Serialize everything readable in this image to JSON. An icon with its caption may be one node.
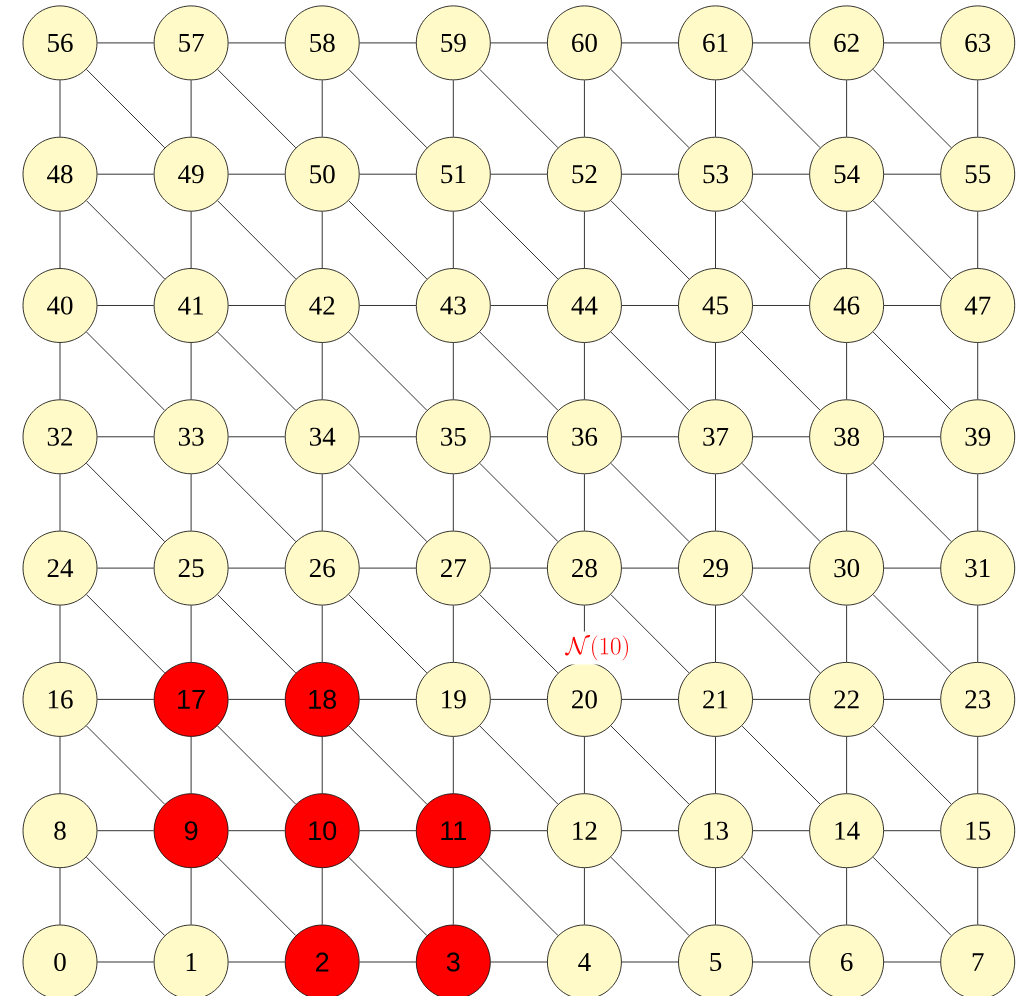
{
  "diagram": {
    "nodes": [
      {
        "text": [
          "0"
        ]
      },
      {
        "text": [
          "1"
        ]
      },
      {
        "text": [
          "2"
        ]
      },
      {
        "text": [
          "3"
        ]
      },
      {
        "text": [
          "4"
        ]
      },
      {
        "text": [
          "5"
        ]
      },
      {
        "text": [
          "6"
        ]
      },
      {
        "text": [
          "7"
        ]
      },
      {
        "text": [
          "8"
        ]
      },
      {
        "text": [
          "9"
        ]
      },
      {
        "text": [
          "10"
        ]
      },
      {
        "text": [
          "11"
        ]
      },
      {
        "text": [
          "12"
        ]
      },
      {
        "text": [
          "13"
        ]
      },
      {
        "text": [
          "14"
        ]
      },
      {
        "text": [
          "15"
        ]
      },
      {
        "text": [
          "16"
        ]
      },
      {
        "text": [
          "17"
        ]
      },
      {
        "text": [
          "18"
        ]
      },
      {
        "text": [
          "19"
        ]
      },
      {
        "text": [
          "20"
        ]
      },
      {
        "text": [
          "21"
        ]
      },
      {
        "text": [
          "22"
        ]
      },
      {
        "text": [
          "23"
        ]
      },
      {
        "text": [
          "24"
        ]
      },
      {
        "text": [
          "25"
        ]
      },
      {
        "text": [
          "26"
        ]
      },
      {
        "text": [
          "27"
        ]
      },
      {
        "text": [
          "28"
        ]
      },
      {
        "text": [
          "29"
        ]
      },
      {
        "text": [
          "30"
        ]
      },
      {
        "text": [
          "31"
        ]
      },
      {
        "text": [
          "32"
        ]
      },
      {
        "text": [
          "33"
        ]
      },
      {
        "text": [
          "34"
        ]
      },
      {
        "text": [
          "35"
        ]
      },
      {
        "text": [
          "36"
        ]
      },
      {
        "text": [
          "37"
        ]
      },
      {
        "text": [
          "38"
        ]
      },
      {
        "text": [
          "39"
        ]
      },
      {
        "text": [
          "40"
        ]
      },
      {
        "text": [
          "41"
        ]
      },
      {
        "text": [
          "42"
        ]
      },
      {
        "text": [
          "43"
        ]
      },
      {
        "text": [
          "44"
        ]
      },
      {
        "text": [
          "45"
        ]
      },
      {
        "text": [
          "46"
        ]
      },
      {
        "text": [
          "47"
        ]
      },
      {
        "text": [
          "48"
        ]
      },
      {
        "text": [
          "49"
        ]
      },
      {
        "text": [
          "50"
        ]
      },
      {
        "text": [
          "51"
        ]
      },
      {
        "text": [
          "52"
        ]
      },
      {
        "text": [
          "53"
        ]
      },
      {
        "text": [
          "54"
        ]
      },
      {
        "text": [
          "55"
        ]
      },
      {
        "text": [
          "56"
        ]
      },
      {
        "text": [
          "57"
        ]
      },
      {
        "text": [
          "58"
        ]
      },
      {
        "text": [
          "59"
        ]
      },
      {
        "text": [
          "60"
        ]
      },
      {
        "text": [
          "61"
        ]
      },
      {
        "text": [
          "62"
        ]
      },
      {
        "text": [
          "63"
        ]
      }
    ],
    "edges": [
      {
        "from": 0,
        "to": 1,
        "arrow": "none"
      },
      {
        "from": 1,
        "to": 2,
        "arrow": "none"
      },
      {
        "from": 2,
        "to": 3,
        "arrow": "none"
      },
      {
        "from": 3,
        "to": 4,
        "arrow": "none"
      },
      {
        "from": 4,
        "to": 5,
        "arrow": "none"
      },
      {
        "from": 5,
        "to": 6,
        "arrow": "none"
      },
      {
        "from": 6,
        "to": 7,
        "arrow": "none"
      },
      {
        "from": 0,
        "to": 8,
        "arrow": "none"
      },
      {
        "from": 1,
        "to": 9,
        "arrow": "none"
      },
      {
        "from": 2,
        "to": 10,
        "arrow": "none"
      },
      {
        "from": 3,
        "to": 11,
        "arrow": "none"
      },
      {
        "from": 4,
        "to": 12,
        "arrow": "none"
      },
      {
        "from": 5,
        "to": 13,
        "arrow": "none"
      },
      {
        "from": 6,
        "to": 14,
        "arrow": "none"
      },
      {
        "from": 7,
        "to": 15,
        "arrow": "none"
      },
      {
        "from": 8,
        "to": 1,
        "arrow": "none"
      },
      {
        "from": 9,
        "to": 2,
        "arrow": "none"
      },
      {
        "from": 10,
        "to": 3,
        "arrow": "none"
      },
      {
        "from": 11,
        "to": 4,
        "arrow": "none"
      },
      {
        "from": 12,
        "to": 5,
        "arrow": "none"
      },
      {
        "from": 13,
        "to": 6,
        "arrow": "none"
      },
      {
        "from": 14,
        "to": 7,
        "arrow": "none"
      },
      {
        "from": 8,
        "to": 9,
        "arrow": "none"
      },
      {
        "from": 9,
        "to": 10,
        "arrow": "none"
      },
      {
        "from": 10,
        "to": 11,
        "arrow": "none"
      },
      {
        "from": 11,
        "to": 12,
        "arrow": "none"
      },
      {
        "from": 12,
        "to": 13,
        "arrow": "none"
      },
      {
        "from": 13,
        "to": 14,
        "arrow": "none"
      },
      {
        "from": 14,
        "to": 15,
        "arrow": "none"
      },
      {
        "from": 8,
        "to": 16,
        "arrow": "none"
      },
      {
        "from": 9,
        "to": 17,
        "arrow": "none"
      },
      {
        "from": 10,
        "to": 18,
        "arrow": "none"
      },
      {
        "from": 11,
        "to": 19,
        "arrow": "none"
      },
      {
        "from": 12,
        "to": 20,
        "arrow": "none"
      },
      {
        "from": 13,
        "to": 21,
        "arrow": "none"
      },
      {
        "from": 14,
        "to": 22,
        "arrow": "none"
      },
      {
        "from": 15,
        "to": 23,
        "arrow": "none"
      },
      {
        "from": 16,
        "to": 9,
        "arrow": "none"
      },
      {
        "from": 17,
        "to": 10,
        "arrow": "none"
      },
      {
        "from": 18,
        "to": 11,
        "arrow": "none"
      },
      {
        "from": 19,
        "to": 12,
        "arrow": "none"
      },
      {
        "from": 20,
        "to": 13,
        "arrow": "none"
      },
      {
        "from": 21,
        "to": 14,
        "arrow": "none"
      },
      {
        "from": 22,
        "to": 15,
        "arrow": "none"
      },
      {
        "from": 16,
        "to": 17,
        "arrow": "none"
      },
      {
        "from": 17,
        "to": 18,
        "arrow": "none"
      },
      {
        "from": 18,
        "to": 19,
        "arrow": "none"
      },
      {
        "from": 19,
        "to": 20,
        "arrow": "none"
      },
      {
        "from": 20,
        "to": 21,
        "arrow": "none"
      },
      {
        "from": 21,
        "to": 22,
        "arrow": "none"
      },
      {
        "from": 22,
        "to": 23,
        "arrow": "none"
      },
      {
        "from": 16,
        "to": 24,
        "arrow": "none"
      },
      {
        "from": 17,
        "to": 25,
        "arrow": "none"
      },
      {
        "from": 18,
        "to": 26,
        "arrow": "none"
      },
      {
        "from": 19,
        "to": 27,
        "arrow": "none"
      },
      {
        "from": 20,
        "to": 28,
        "arrow": "none"
      },
      {
        "from": 21,
        "to": 29,
        "arrow": "none"
      },
      {
        "from": 22,
        "to": 30,
        "arrow": "none"
      },
      {
        "from": 23,
        "to": 31,
        "arrow": "none"
      },
      {
        "from": 24,
        "to": 17,
        "arrow": "none"
      },
      {
        "from": 25,
        "to": 18,
        "arrow": "none"
      },
      {
        "from": 26,
        "to": 19,
        "arrow": "none"
      },
      {
        "from": 27,
        "to": 20,
        "arrow": "none"
      },
      {
        "from": 28,
        "to": 21,
        "arrow": "none"
      },
      {
        "from": 29,
        "to": 22,
        "arrow": "none"
      },
      {
        "from": 30,
        "to": 23,
        "arrow": "none"
      },
      {
        "from": 24,
        "to": 25,
        "arrow": "none"
      },
      {
        "from": 25,
        "to": 26,
        "arrow": "none"
      },
      {
        "from": 26,
        "to": 27,
        "arrow": "none"
      },
      {
        "from": 27,
        "to": 28,
        "arrow": "none"
      },
      {
        "from": 28,
        "to": 29,
        "arrow": "none"
      },
      {
        "from": 29,
        "to": 30,
        "arrow": "none"
      },
      {
        "from": 30,
        "to": 31,
        "arrow": "none"
      },
      {
        "from": 24,
        "to": 32,
        "arrow": "none"
      },
      {
        "from": 25,
        "to": 33,
        "arrow": "none"
      },
      {
        "from": 26,
        "to": 34,
        "arrow": "none"
      },
      {
        "from": 27,
        "to": 35,
        "arrow": "none"
      },
      {
        "from": 28,
        "to": 36,
        "arrow": "none"
      },
      {
        "from": 29,
        "to": 37,
        "arrow": "none"
      },
      {
        "from": 30,
        "to": 38,
        "arrow": "none"
      },
      {
        "from": 31,
        "to": 39,
        "arrow": "none"
      },
      {
        "from": 32,
        "to": 25,
        "arrow": "none"
      },
      {
        "from": 33,
        "to": 26,
        "arrow": "none"
      },
      {
        "from": 34,
        "to": 27,
        "arrow": "none"
      },
      {
        "from": 35,
        "to": 28,
        "arrow": "none"
      },
      {
        "from": 36,
        "to": 29,
        "arrow": "none"
      },
      {
        "from": 37,
        "to": 30,
        "arrow": "none"
      },
      {
        "from": 38,
        "to": 31,
        "arrow": "none"
      },
      {
        "from": 32,
        "to": 33,
        "arrow": "none"
      },
      {
        "from": 33,
        "to": 34,
        "arrow": "none"
      },
      {
        "from": 34,
        "to": 35,
        "arrow": "none"
      },
      {
        "from": 35,
        "to": 36,
        "arrow": "none"
      },
      {
        "from": 36,
        "to": 37,
        "arrow": "none"
      },
      {
        "from": 37,
        "to": 38,
        "arrow": "none"
      },
      {
        "from": 38,
        "to": 39,
        "arrow": "none"
      },
      {
        "from": 32,
        "to": 40,
        "arrow": "none"
      },
      {
        "from": 33,
        "to": 41,
        "arrow": "none"
      },
      {
        "from": 34,
        "to": 42,
        "arrow": "none"
      },
      {
        "from": 35,
        "to": 43,
        "arrow": "none"
      },
      {
        "from": 36,
        "to": 44,
        "arrow": "none"
      },
      {
        "from": 37,
        "to": 45,
        "arrow": "none"
      },
      {
        "from": 38,
        "to": 46,
        "arrow": "none"
      },
      {
        "from": 39,
        "to": 47,
        "arrow": "none"
      },
      {
        "from": 40,
        "to": 33,
        "arrow": "none"
      },
      {
        "from": 41,
        "to": 34,
        "arrow": "none"
      },
      {
        "from": 42,
        "to": 35,
        "arrow": "none"
      },
      {
        "from": 43,
        "to": 36,
        "arrow": "none"
      },
      {
        "from": 44,
        "to": 37,
        "arrow": "none"
      },
      {
        "from": 45,
        "to": 38,
        "arrow": "none"
      },
      {
        "from": 46,
        "to": 39,
        "arrow": "none"
      },
      {
        "from": 40,
        "to": 41,
        "arrow": "none"
      },
      {
        "from": 41,
        "to": 42,
        "arrow": "none"
      },
      {
        "from": 42,
        "to": 43,
        "arrow": "none"
      },
      {
        "from": 43,
        "to": 44,
        "arrow": "none"
      },
      {
        "from": 44,
        "to": 45,
        "arrow": "none"
      },
      {
        "from": 45,
        "to": 46,
        "arrow": "none"
      },
      {
        "from": 46,
        "to": 47,
        "arrow": "none"
      },
      {
        "from": 40,
        "to": 48,
        "arrow": "none"
      },
      {
        "from": 41,
        "to": 49,
        "arrow": "none"
      },
      {
        "from": 42,
        "to": 50,
        "arrow": "none"
      },
      {
        "from": 43,
        "to": 51,
        "arrow": "none"
      },
      {
        "from": 44,
        "to": 52,
        "arrow": "none"
      },
      {
        "from": 45,
        "to": 53,
        "arrow": "none"
      },
      {
        "from": 46,
        "to": 54,
        "arrow": "none"
      },
      {
        "from": 47,
        "to": 55,
        "arrow": "none"
      },
      {
        "from": 48,
        "to": 41,
        "arrow": "none"
      },
      {
        "from": 49,
        "to": 42,
        "arrow": "none"
      },
      {
        "from": 50,
        "to": 43,
        "arrow": "none"
      },
      {
        "from": 51,
        "to": 44,
        "arrow": "none"
      },
      {
        "from": 52,
        "to": 45,
        "arrow": "none"
      },
      {
        "from": 53,
        "to": 46,
        "arrow": "none"
      },
      {
        "from": 54,
        "to": 47,
        "arrow": "none"
      },
      {
        "from": 48,
        "to": 49,
        "arrow": "none"
      },
      {
        "from": 49,
        "to": 50,
        "arrow": "none"
      },
      {
        "from": 50,
        "to": 51,
        "arrow": "none"
      },
      {
        "from": 51,
        "to": 52,
        "arrow": "none"
      },
      {
        "from": 52,
        "to": 53,
        "arrow": "none"
      },
      {
        "from": 53,
        "to": 54,
        "arrow": "none"
      },
      {
        "from": 54,
        "to": 55,
        "arrow": "none"
      },
      {
        "from": 48,
        "to": 56,
        "arrow": "none"
      },
      {
        "from": 49,
        "to": 57,
        "arrow": "none"
      },
      {
        "from": 50,
        "to": 58,
        "arrow": "none"
      },
      {
        "from": 51,
        "to": 59,
        "arrow": "none"
      },
      {
        "from": 52,
        "to": 60,
        "arrow": "none"
      },
      {
        "from": 53,
        "to": 61,
        "arrow": "none"
      },
      {
        "from": 54,
        "to": 62,
        "arrow": "none"
      },
      {
        "from": 55,
        "to": 63,
        "arrow": "none"
      },
      {
        "from": 56,
        "to": 49,
        "arrow": "none"
      },
      {
        "from": 57,
        "to": 50,
        "arrow": "none"
      },
      {
        "from": 58,
        "to": 51,
        "arrow": "none"
      },
      {
        "from": 59,
        "to": 52,
        "arrow": "none"
      },
      {
        "from": 60,
        "to": 53,
        "arrow": "none"
      },
      {
        "from": 61,
        "to": 54,
        "arrow": "none"
      },
      {
        "from": 62,
        "to": 55,
        "arrow": "none"
      },
      {
        "from": 56,
        "to": 57,
        "arrow": "none"
      },
      {
        "from": 57,
        "to": 58,
        "arrow": "none"
      },
      {
        "from": 58,
        "to": 59,
        "arrow": "none"
      },
      {
        "from": 59,
        "to": 60,
        "arrow": "none"
      },
      {
        "from": 60,
        "to": 61,
        "arrow": "none"
      },
      {
        "from": 61,
        "to": 62,
        "arrow": "none"
      },
      {
        "from": 62,
        "to": 63,
        "arrow": "none"
      }
    ],
    "labels": [
      "\\mathcal{N}(10)"
    ]
  }
}
